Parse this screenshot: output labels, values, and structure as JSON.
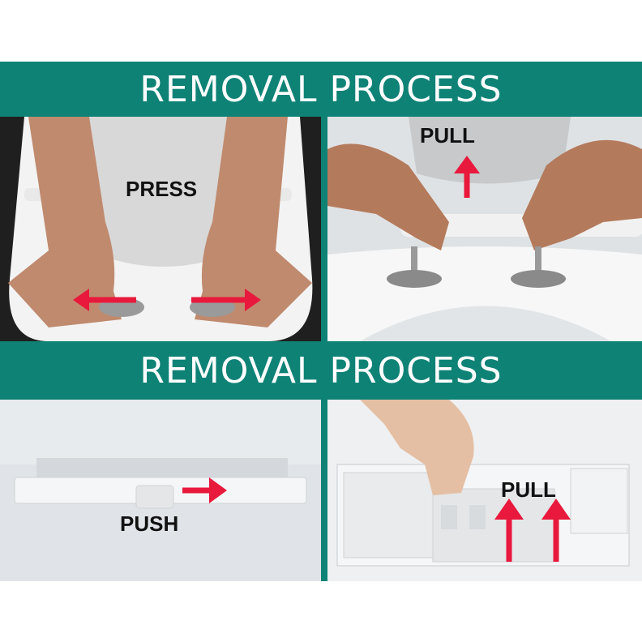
{
  "banners": {
    "top": "REMOVAL PROCESS",
    "bottom": "REMOVAL PROCESS"
  },
  "panels": {
    "press": {
      "label": "PRESS"
    },
    "pull_top": {
      "label": "PULL"
    },
    "push": {
      "label": "PUSH"
    },
    "pull_bottom": {
      "label": "PULL"
    }
  },
  "colors": {
    "banner": "#0f8276",
    "arrow": "#e8193c",
    "background": "#ffffff"
  }
}
